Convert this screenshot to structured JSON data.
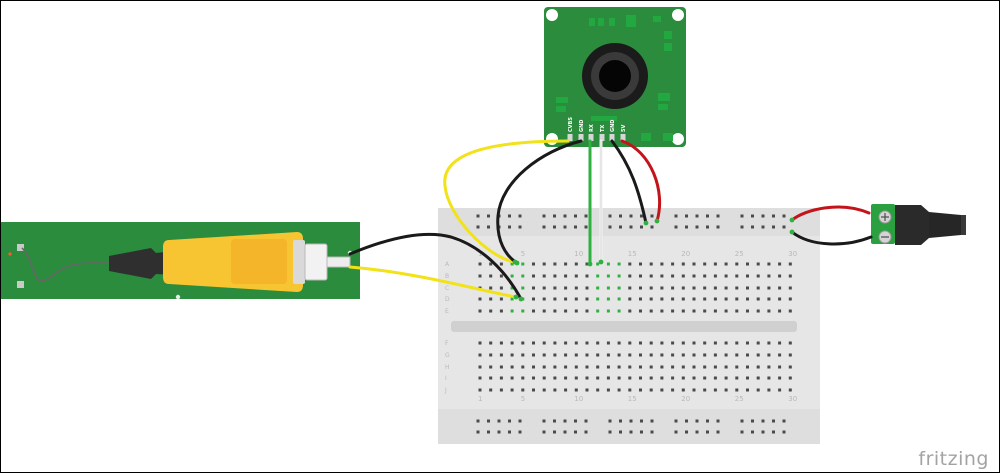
{
  "logo": {
    "text": "fritzing"
  },
  "camera_module": {
    "pins": [
      "CVBS",
      "GND",
      "RX",
      "TX",
      "GND",
      "5V"
    ]
  },
  "breadboard": {
    "row_labels": [
      "A",
      "B",
      "C",
      "D",
      "E",
      "F",
      "G",
      "H",
      "I",
      "J"
    ],
    "column_labels": [
      "1",
      "5",
      "10",
      "15",
      "20",
      "25",
      "30"
    ]
  },
  "colors": {
    "pcb_green": "#2a8c3c",
    "breadboard_body": "#e6e6e6",
    "wire_yellow": "#f2e21a",
    "wire_black": "#1a1a1a",
    "wire_red": "#c4141b",
    "wire_green": "#2fb142",
    "wire_white": "#f2f2f2",
    "rca_plug": "#f7c531"
  }
}
